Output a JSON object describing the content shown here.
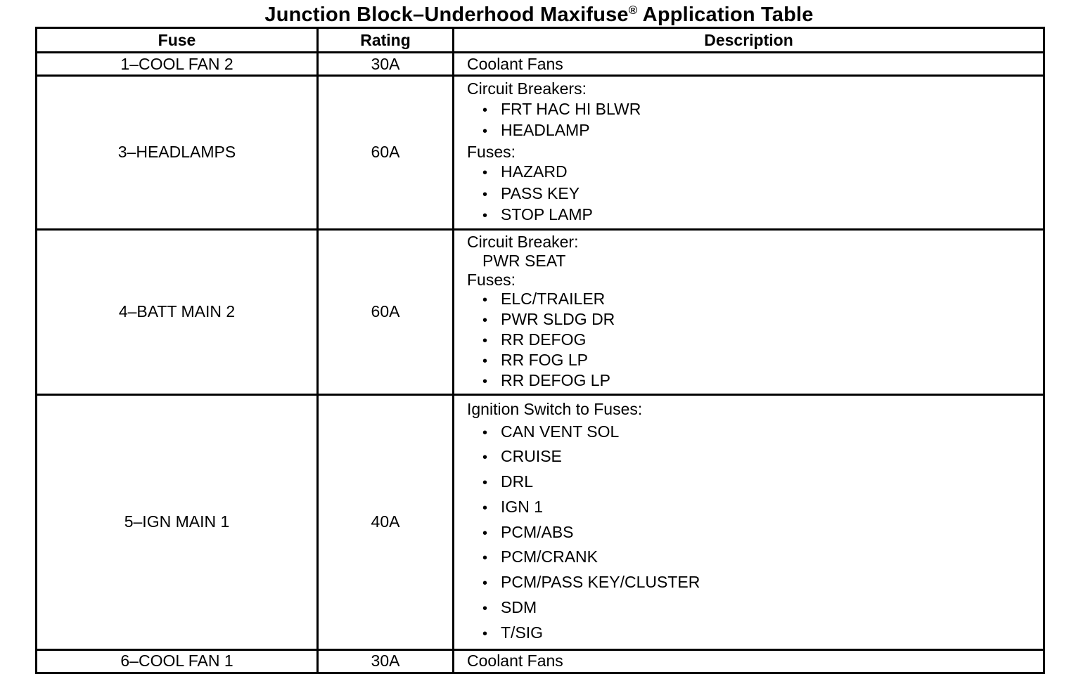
{
  "title": {
    "text": "Junction Block–Underhood Maxifuse",
    "registered_mark": "®",
    "suffix": " Application Table"
  },
  "headers": {
    "fuse": "Fuse",
    "rating": "Rating",
    "description": "Description"
  },
  "rows": [
    {
      "fuse": "1–COOL FAN 2",
      "rating": "30A",
      "desc_text": "Coolant Fans"
    },
    {
      "fuse": "3–HEADLAMPS",
      "rating": "60A",
      "group1_label": "Circuit Breakers:",
      "group1_items": [
        "FRT HAC HI BLWR",
        "HEADLAMP"
      ],
      "group2_label": "Fuses:",
      "group2_items": [
        "HAZARD",
        "PASS KEY",
        "STOP LAMP"
      ]
    },
    {
      "fuse": "4–BATT MAIN 2",
      "rating": "60A",
      "group1_label": "Circuit Breaker:",
      "group1_plain": "PWR SEAT",
      "group2_label": "Fuses:",
      "group2_items": [
        "ELC/TRAILER",
        "PWR SLDG DR",
        "RR DEFOG",
        "RR FOG LP",
        "RR DEFOG LP"
      ]
    },
    {
      "fuse": "5–IGN MAIN 1",
      "rating": "40A",
      "group1_label": "Ignition Switch to Fuses:",
      "group1_items": [
        "CAN VENT SOL",
        "CRUISE",
        "DRL",
        "IGN 1",
        "PCM/ABS",
        "PCM/CRANK",
        "PCM/PASS KEY/CLUSTER",
        "SDM",
        "T/SIG"
      ]
    },
    {
      "fuse": "6–COOL FAN 1",
      "rating": "30A",
      "desc_text": "Coolant Fans"
    }
  ],
  "bullet_glyph": "•"
}
